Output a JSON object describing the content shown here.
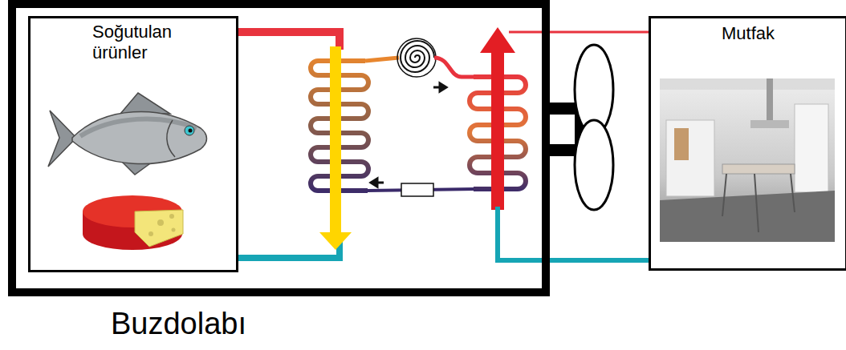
{
  "diagram": {
    "nodes": [
      {
        "text": [
          "Buzdolabı"
        ]
      },
      {
        "text": [
          "Soğutulan ürünler"
        ],
        "in": 0
      },
      {
        "text": [
          "Mutfak"
        ]
      }
    ],
    "edges": [
      {
        "from": 0,
        "to": 2,
        "arrow": "none"
      },
      {
        "from": 2,
        "to": 0,
        "arrow": "none"
      }
    ]
  }
}
